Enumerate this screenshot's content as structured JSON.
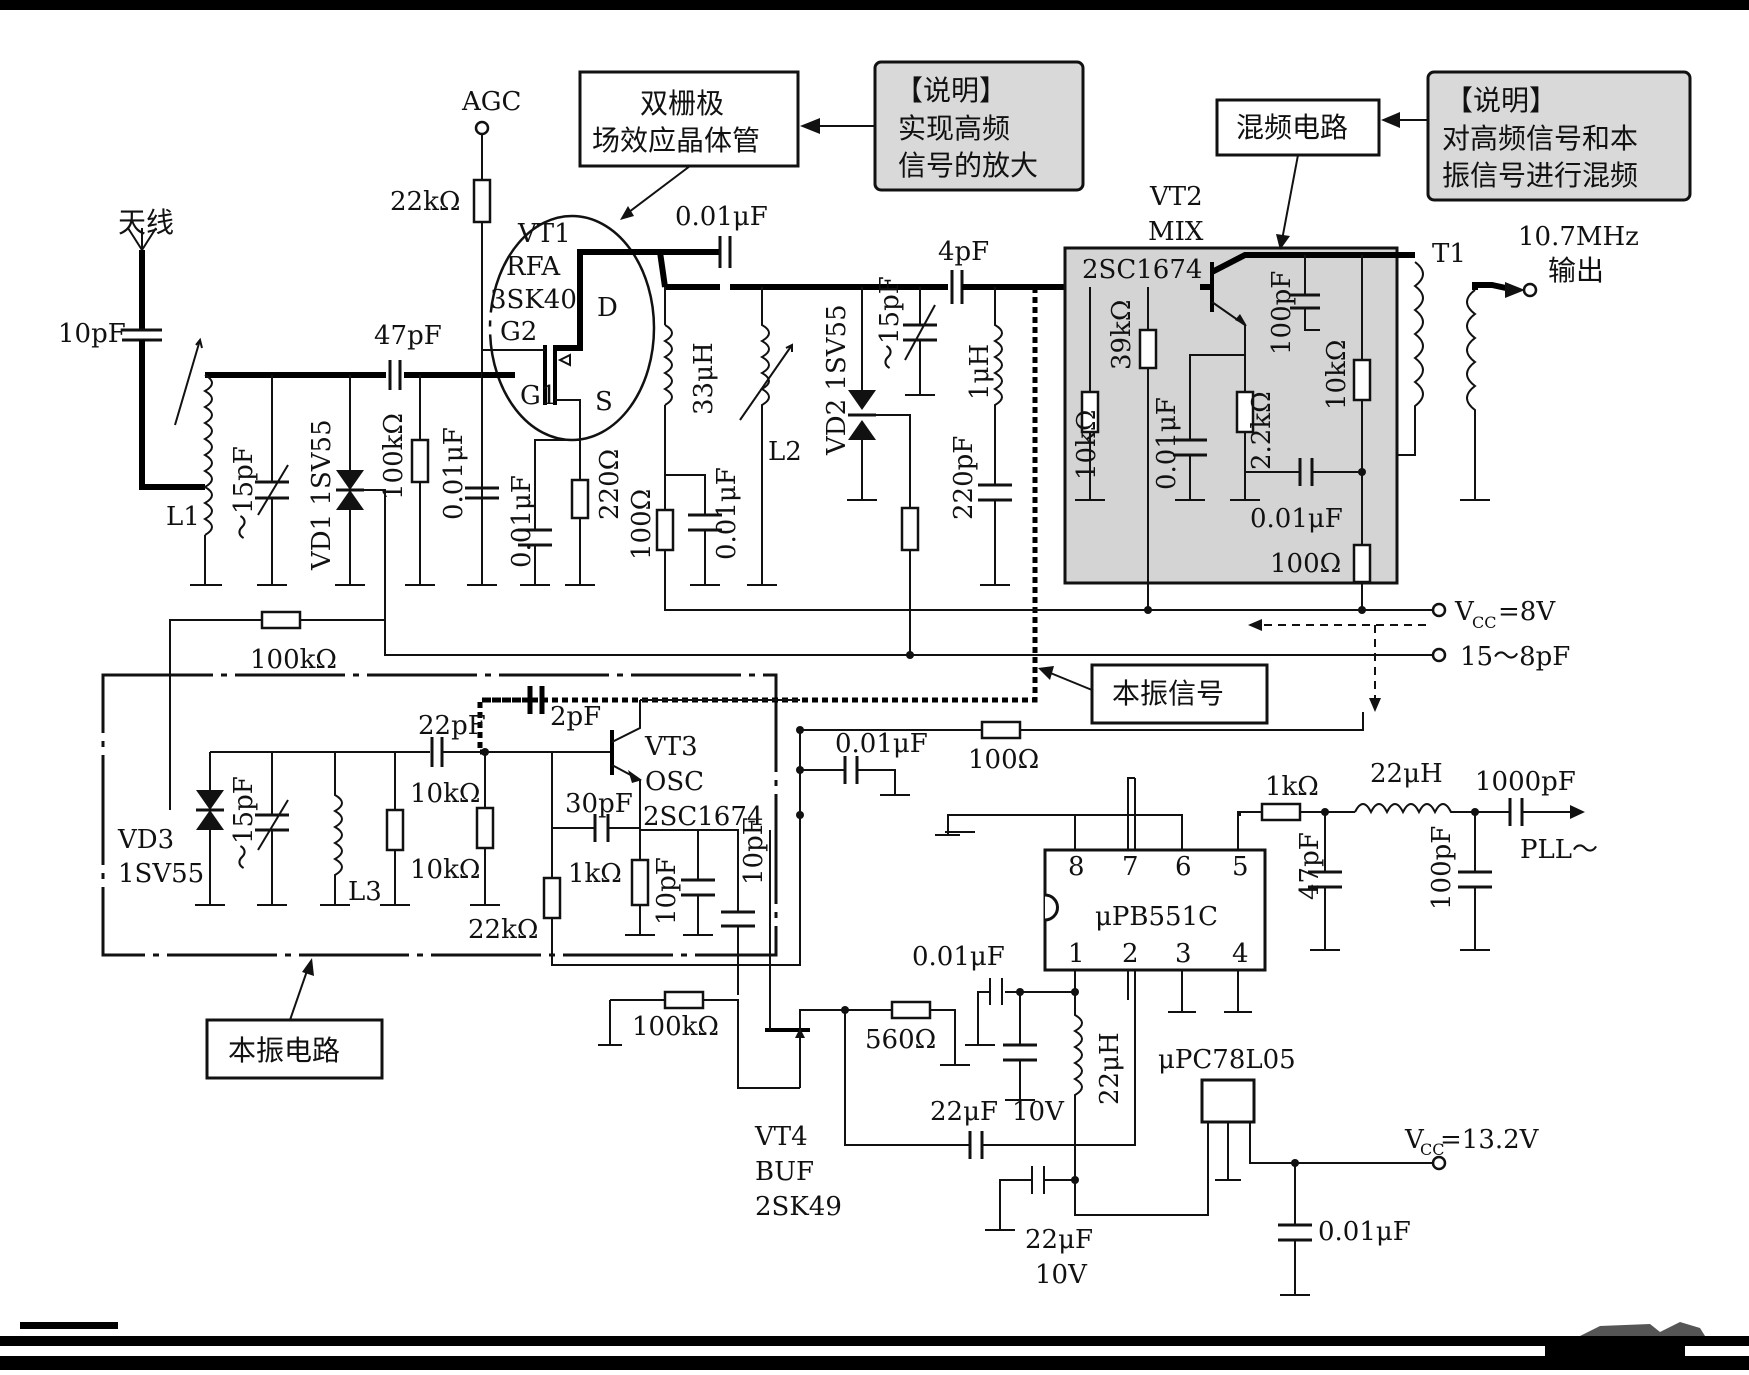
{
  "labels": {
    "antenna": "天线",
    "agc": "AGC",
    "vt1_name": "VT1",
    "vt1_rfa": "RFA",
    "vt1_part": "3SK40",
    "vt1_d": "D",
    "vt1_g2": "G2",
    "vt1_g1": "G1",
    "vt1_s": "S",
    "vt2_name": "VT2",
    "vt2_mix": "MIX",
    "vt2_part": "2SC1674",
    "t1": "T1",
    "out_freq": "10.7MHz",
    "out_label": "输出",
    "l1": "L1",
    "l2": "L2",
    "l3": "L3",
    "vd1": "VD1 1SV55",
    "vd2": "VD2 1SV55",
    "vd3": "VD3",
    "vd3_part": "1SV55",
    "vt3_name": "VT3",
    "vt3_osc": "OSC",
    "vt3_part": "2SC1674",
    "vt4_name": "VT4",
    "vt4_buf": "BUF",
    "vt4_part": "2SK49",
    "ic_part": "μPB551C",
    "ic_pins": [
      "8",
      "7",
      "6",
      "5",
      "1",
      "2",
      "3",
      "4"
    ],
    "reg_part": "μPC78L05",
    "vcc8_v": "V",
    "vcc8_sub": "CC",
    "vcc8_val": "=8V",
    "vcc13_v": "V",
    "vcc13_sub": "CC",
    "vcc13_val": "=13.2V",
    "tune_range": "15～8pF",
    "pll": "PLL～"
  },
  "components": {
    "c_ant": "10pF",
    "r_agc": "22kΩ",
    "c_47p": "47pF",
    "c_001_a": "0.01μF",
    "c_4p": "4pF",
    "vc_l1": "～15pF",
    "r_100k_a": "100kΩ",
    "c_001_b": "0.01μF",
    "c_001_c": "0.01μF",
    "r_220": "220Ω",
    "l_33u": "33μH",
    "r_100_a": "100Ω",
    "c_001_d": "0.01μF",
    "vc_l2": "～15pF",
    "l_1u": "1μH",
    "c_220p": "220pF",
    "r_10k_a": "10kΩ",
    "r_39k": "39kΩ",
    "c_001_e": "0.01μF",
    "r_2k2": "2.2kΩ",
    "c_100p_a": "100pF",
    "r_10k_b": "10kΩ",
    "c_001_f": "0.01μF",
    "r_100_b": "100Ω",
    "r_100k_b": "100kΩ",
    "c_22p": "22pF",
    "c_2p": "2pF",
    "c_001_g": "0.01μF",
    "r_100_c": "100Ω",
    "vc_l3": "～15pF",
    "r_10k_c": "10kΩ",
    "r_10k_d": "10kΩ",
    "c_30p": "30pF",
    "r_1k_a": "1kΩ",
    "c_10p_a": "10pF",
    "c_10p_b": "10pF",
    "r_22k": "22kΩ",
    "r_100k_c": "100kΩ",
    "r_560": "560Ω",
    "c_001_h": "0.01μF",
    "c_22u_a": "22μF",
    "c_10v_a": "10V",
    "l_22u_a": "22μH",
    "c_22u_b": "22μF",
    "c_10v_b": "10V",
    "r_1k_b": "1kΩ",
    "l_22u_b": "22μH",
    "c_1000p": "1000pF",
    "c_47p_b": "47pF",
    "c_100p_b": "100pF",
    "c_001_i": "0.01μF"
  },
  "callouts": {
    "dual_gate_l1": "双栅极",
    "dual_gate_l2": "场效应晶体管",
    "note1_l1": "【说明】",
    "note1_l2": "实现高频",
    "note1_l3": "信号的放大",
    "mixer": "混频电路",
    "note2_l1": "【说明】",
    "note2_l2": "对高频信号和本",
    "note2_l3": "振信号进行混频",
    "lo_signal": "本振信号",
    "lo_circuit": "本振电路"
  }
}
